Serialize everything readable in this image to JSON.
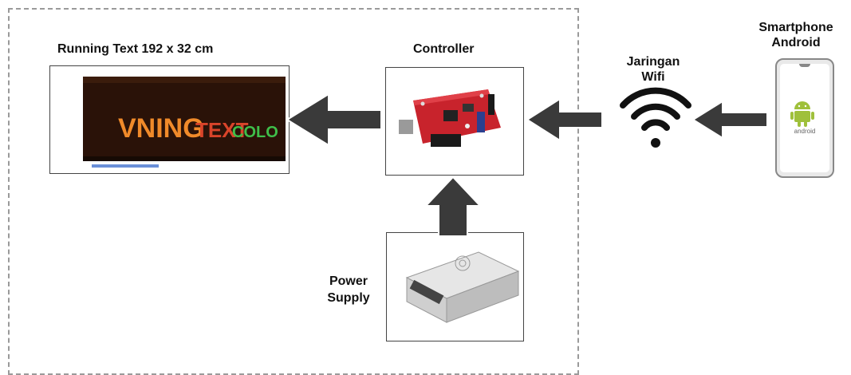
{
  "diagram": {
    "labels": {
      "running_text": "Running Text 192 x 32 cm",
      "controller": "Controller",
      "wifi_line1": "Jaringan",
      "wifi_line2": "Wifi",
      "phone_line1": "Smartphone",
      "phone_line2": "Android",
      "power_line1": "Power",
      "power_line2": "Supply"
    },
    "led_sign_text": {
      "part1": "VNING",
      "part2": "TEXT",
      "part3": "COLO"
    },
    "android_wordmark": "android",
    "colors": {
      "arrow_fill": "#3a3a3a",
      "arrow_stroke": "#ffffff",
      "pcb_red": "#c8232c",
      "led_orange": "#f08a2a",
      "led_green": "#3fbf4a",
      "android_green": "#9fc03b",
      "frame_dash": "#9a9a9a"
    }
  }
}
